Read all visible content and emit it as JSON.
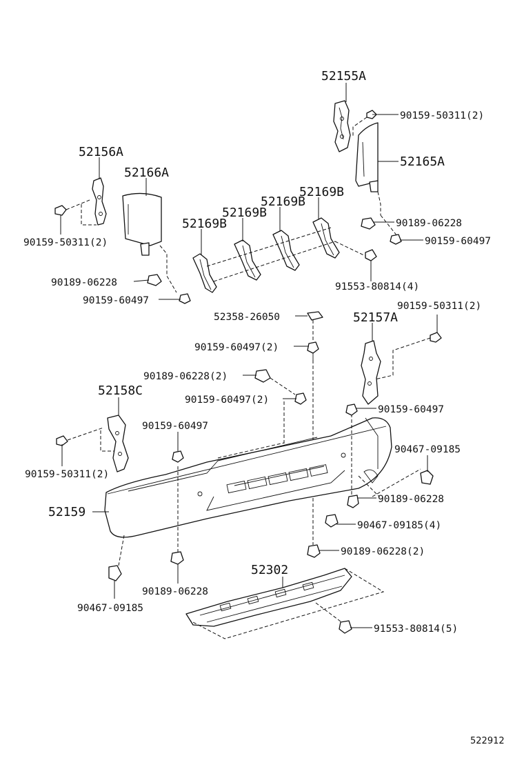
{
  "diagram_id": "522912",
  "parts": {
    "p52155A": "52155A",
    "p52156A": "52156A",
    "p52166A": "52166A",
    "p52165A": "52165A",
    "p52169B_1": "52169B",
    "p52169B_2": "52169B",
    "p52169B_3": "52169B",
    "p52169B_4": "52169B",
    "p52157A": "52157A",
    "p52158C": "52158C",
    "p52159": "52159",
    "p52302": "52302"
  },
  "fasteners": {
    "f_50311_top": "90159-50311(2)",
    "f_50311_left": "90159-50311(2)",
    "f_06228_right": "90189-06228",
    "f_60497_right": "90159-60497",
    "f_06228_left": "90189-06228",
    "f_60497_left": "90159-60497",
    "f_80814_4": "91553-80814(4)",
    "f_26050": "52358-26050",
    "f_60497_2a": "90159-60497(2)",
    "f_50311_mid": "90159-50311(2)",
    "f_06228_2a": "90189-06228(2)",
    "f_60497_2b": "90159-60497(2)",
    "f_60497_mid": "90159-60497",
    "f_50311_lower": "90159-50311(2)",
    "f_60497_center": "90159-60497",
    "f_09185_right": "90467-09185",
    "f_06228_lowright": "90189-06228",
    "f_09185_4": "90467-09185(4)",
    "f_06228_2b": "90189-06228(2)",
    "f_06228_bottom": "90189-06228",
    "f_09185_bottom": "90467-09185",
    "f_80814_5": "91553-80814(5)"
  }
}
